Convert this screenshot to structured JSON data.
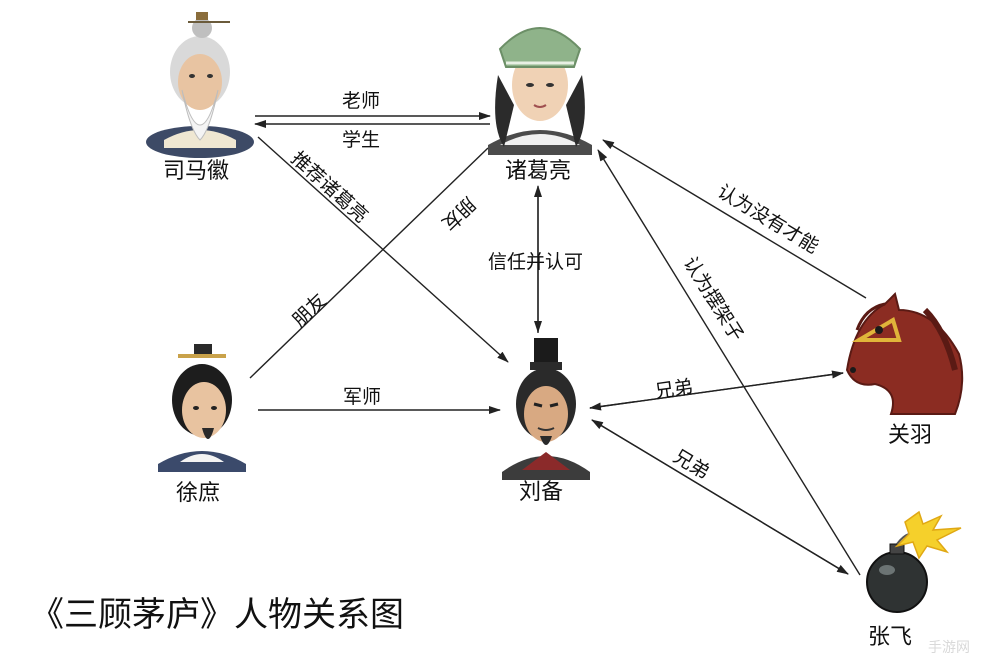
{
  "title": "《三顾茅庐》人物关系图",
  "watermark": "手游网",
  "nodes": {
    "simahui": {
      "name": "司马徽",
      "icon": "old-scholar-portrait"
    },
    "zhugeliang": {
      "name": "诸葛亮",
      "icon": "strategist-portrait"
    },
    "xushu": {
      "name": "徐庶",
      "icon": "advisor-portrait"
    },
    "liubei": {
      "name": "刘备",
      "icon": "lord-portrait"
    },
    "guanyu": {
      "name": "关羽",
      "icon": "red-horse-icon"
    },
    "zhangfei": {
      "name": "张飞",
      "icon": "bomb-icon"
    }
  },
  "edges": {
    "teacher": "老师",
    "student": "学生",
    "recommend": "推荐诸葛亮",
    "friend1": "朋友",
    "friend2": "朋友",
    "trust": "信任并认可",
    "strategist": "军师",
    "brother1": "兄弟",
    "brother2": "兄弟",
    "no_talent": "认为没有才能",
    "arrogant": "认为摆架子"
  },
  "colors": {
    "line": "#222222",
    "text": "#111111",
    "watermark": "#d9d9d9"
  }
}
